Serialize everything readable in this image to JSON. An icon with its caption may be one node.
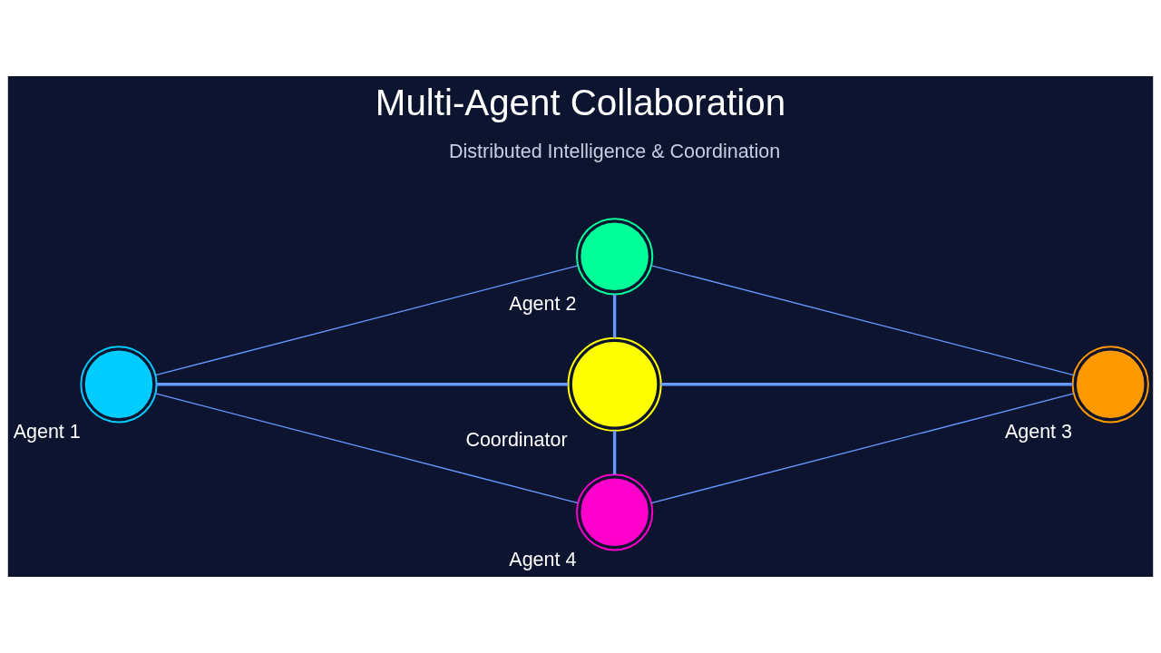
{
  "diagram": {
    "title": "Multi-Agent Collaboration",
    "nodes": [
      {
        "text": [
          "Agent 2"
        ]
      },
      {
        "text": [
          "Agent 1"
        ]
      },
      {
        "text": [
          "Coordinator"
        ]
      },
      {
        "text": [
          "Agent 3"
        ]
      },
      {
        "text": [
          "Agent 4"
        ]
      }
    ],
    "edges": [
      {
        "from": 1,
        "to": 0,
        "arrow": "none"
      },
      {
        "from": 0,
        "to": 3,
        "arrow": "none"
      },
      {
        "from": 4,
        "to": 3,
        "arrow": "none"
      },
      {
        "from": 1,
        "to": 4,
        "arrow": "none"
      },
      {
        "from": 1,
        "to": 2,
        "arrow": "none",
        "style": "thick"
      },
      {
        "from": 0,
        "to": 2,
        "arrow": "none",
        "style": "thick"
      },
      {
        "from": 2,
        "to": 3,
        "arrow": "none",
        "style": "thick"
      },
      {
        "from": 2,
        "to": 4,
        "arrow": "none",
        "style": "thick"
      }
    ],
    "labels": [
      "Distributed Intelligence & Coordination"
    ]
  }
}
